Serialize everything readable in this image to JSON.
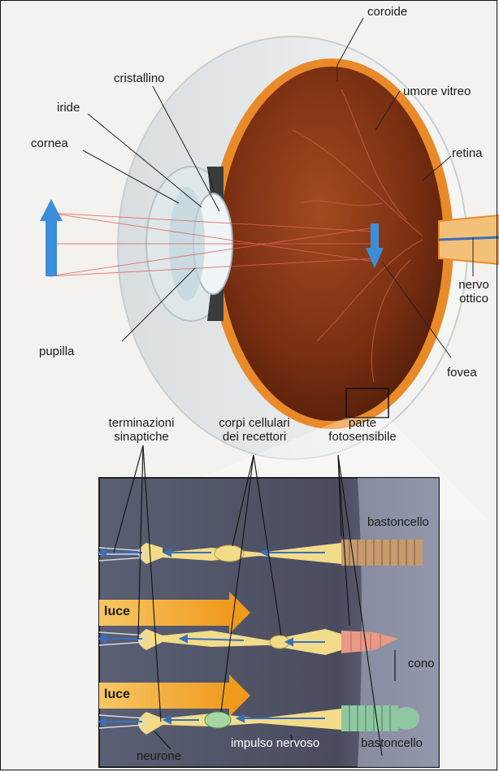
{
  "eye_labels": {
    "coroide": "coroide",
    "umore_vitreo": "umore vitreo",
    "cristallino": "cristallino",
    "iride": "iride",
    "cornea": "cornea",
    "retina": "retina",
    "nervo_ottico_1": "nervo",
    "nervo_ottico_2": "ottico",
    "pupilla": "pupilla",
    "fovea": "fovea"
  },
  "detail_labels": {
    "terminazioni_1": "terminazioni",
    "terminazioni_2": "sinaptiche",
    "corpi_1": "corpi cellulari",
    "corpi_2": "dei recettori",
    "parte_1": "parte",
    "parte_2": "fotosensibile",
    "bastoncello_top": "bastoncello",
    "cono": "cono",
    "bastoncello_bottom": "bastoncello",
    "luce_1": "luce",
    "luce_2": "luce",
    "impulso": "impulso nervoso",
    "neurone": "neurone"
  },
  "colors": {
    "vitreous": "#7a2f12",
    "choroid": "#e98a2a",
    "light_arrow": "#f4b03a",
    "image_arrow": "#3a8fd8",
    "cell_body": "#f2dc8a",
    "cell_bg": "#4a4a5a"
  }
}
